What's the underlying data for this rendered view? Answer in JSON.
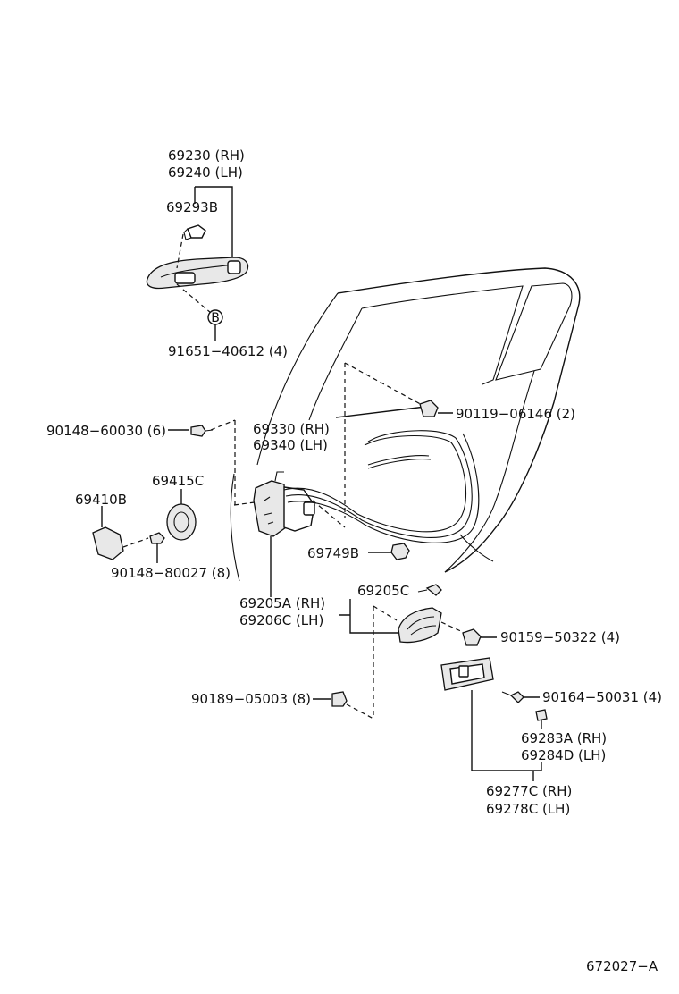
{
  "labels": {
    "p69230": "69230 (RH)",
    "p69240": "69240 (LH)",
    "p69293b": "69293B",
    "p91651": "91651−40612 (4)",
    "p90148_60030": "90148−60030 (6)",
    "p69330": "69330 (RH)",
    "p69340": "69340 (LH)",
    "p90119": "90119−06146 (2)",
    "p69415c": "69415C",
    "p69410b": "69410B",
    "p90148_80027": "90148−80027 (8)",
    "p69749b": "69749B",
    "p69205c": "69205C",
    "p69205a": "69205A (RH)",
    "p69206c": "69206C (LH)",
    "p90159": "90159−50322 (4)",
    "p90189": "90189−05003 (8)",
    "p90164": "90164−50031 (4)",
    "p69283a": "69283A (RH)",
    "p69284d": "69284D (LH)",
    "p69277c": "69277C (RH)",
    "p69278c": "69278C (LH)",
    "callout_b": "B",
    "drawing_no": "672027−A"
  },
  "icons": {
    "outside_handle": "door-outside-handle-icon",
    "door_lock": "door-lock-icon",
    "inside_handle": "door-inside-handle-icon",
    "bolt": "bolt-icon",
    "screw": "screw-icon",
    "clip": "clip-icon"
  }
}
